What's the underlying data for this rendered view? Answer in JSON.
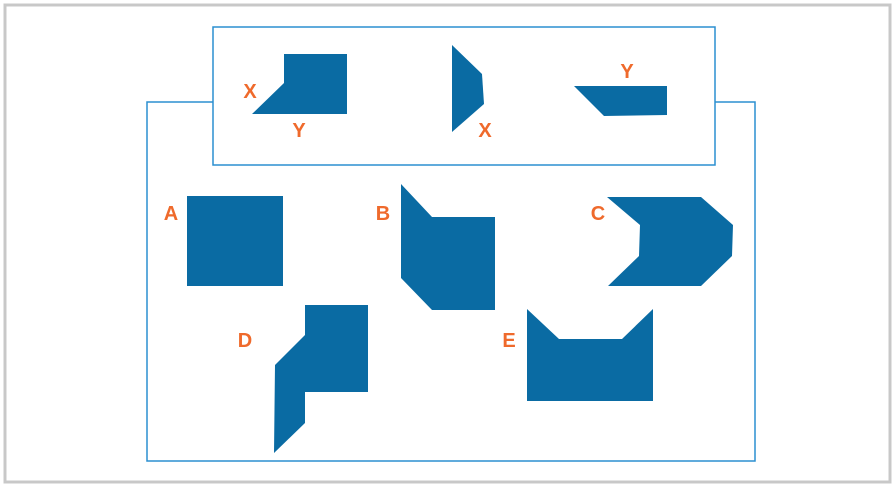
{
  "colors": {
    "shape_fill": "#0a6ba3",
    "label": "#ef6a2c",
    "frame": "#2b8fd0",
    "outer_border": "#c8c8c8",
    "background": "#ffffff"
  },
  "pieces": [
    {
      "id": "piece-1",
      "labels": [
        "X",
        "Y"
      ]
    },
    {
      "id": "piece-2",
      "labels": [
        "X"
      ]
    },
    {
      "id": "piece-3",
      "labels": [
        "Y"
      ]
    }
  ],
  "options": [
    {
      "label": "A"
    },
    {
      "label": "B"
    },
    {
      "label": "C"
    },
    {
      "label": "D"
    },
    {
      "label": "E"
    }
  ]
}
